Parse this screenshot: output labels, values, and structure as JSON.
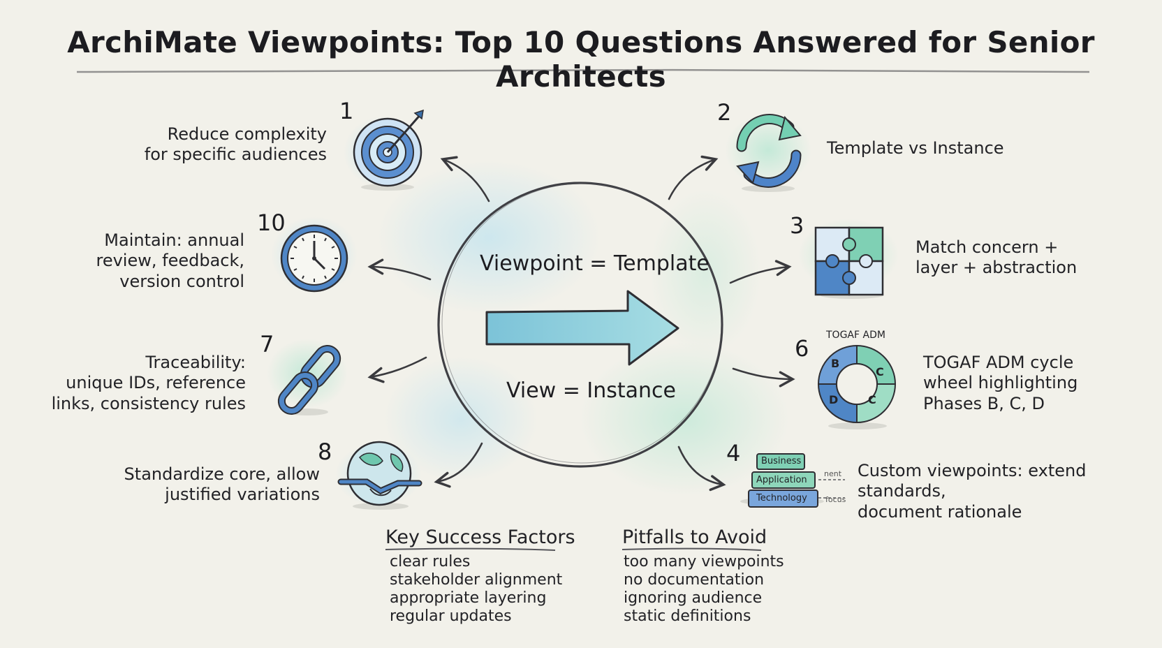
{
  "title": "ArchiMate Viewpoints: Top 10 Questions Answered for Senior Architects",
  "center": {
    "top_label": "Viewpoint = Template",
    "bottom_label": "View = Instance"
  },
  "questions": [
    {
      "number": "1",
      "lines": [
        "Reduce complexity",
        "for specific audiences"
      ],
      "icon": "target-icon"
    },
    {
      "number": "2",
      "lines": [
        "Template vs Instance"
      ],
      "icon": "refresh-cycle-icon"
    },
    {
      "number": "3",
      "lines": [
        "Match concern +",
        "layer + abstraction"
      ],
      "icon": "puzzle-icon"
    },
    {
      "number": "4",
      "lines": [
        "Custom viewpoints: extend",
        "standards,",
        "document rationale"
      ],
      "icon": "layer-stack-icon",
      "layers": [
        "Business",
        "Application",
        "Technology"
      ],
      "side_tags": [
        "nent",
        "focus"
      ]
    },
    {
      "number": "6",
      "lines": [
        "TOGAF ADM cycle",
        "wheel highlighting",
        "Phases B, C, D"
      ],
      "icon": "adm-wheel-icon",
      "wheel_caption": "TOGAF ADM",
      "wheel_letters": [
        "B",
        "C",
        "C",
        "D"
      ]
    },
    {
      "number": "7",
      "lines": [
        "Traceability:",
        "unique IDs, reference",
        "links, consistency rules"
      ],
      "icon": "chain-link-icon"
    },
    {
      "number": "8",
      "lines": [
        "Standardize core, allow",
        "justified variations"
      ],
      "icon": "globe-handshake-icon"
    },
    {
      "number": "10",
      "lines": [
        "Maintain: annual",
        "review, feedback,",
        "version control"
      ],
      "icon": "clock-icon"
    }
  ],
  "key_success": {
    "title": "Key Success Factors",
    "items": [
      "clear rules",
      "stakeholder alignment",
      "appropriate layering",
      "regular updates"
    ]
  },
  "pitfalls": {
    "title": "Pitfalls to Avoid",
    "items": [
      "too many viewpoints",
      "no documentation",
      "ignoring audience",
      "static definitions"
    ]
  },
  "colors": {
    "background": "#f2f1ea",
    "ink": "#1e1e22",
    "blue": "#4f86c6",
    "teal": "#6fc7ae",
    "arrow_fill": "#8fd0dd"
  }
}
